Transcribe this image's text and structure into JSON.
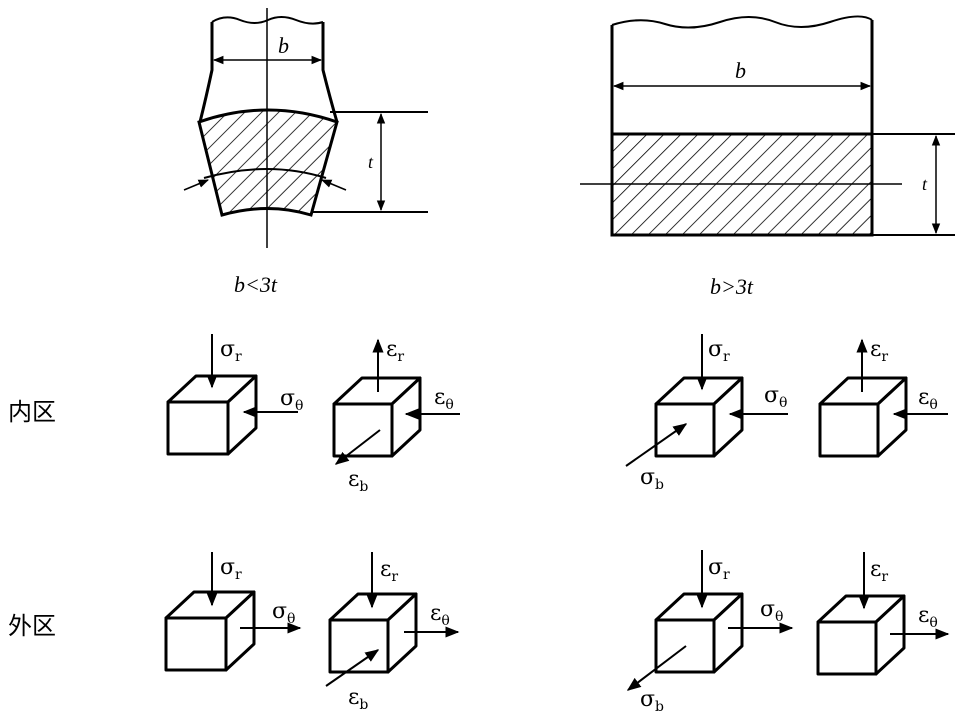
{
  "figure": {
    "left_section": {
      "width_label": "b",
      "thickness_label": "t",
      "caption": "b<3t"
    },
    "right_section": {
      "width_label": "b",
      "thickness_label": "t",
      "caption": "b>3t"
    },
    "zones": {
      "inner": "内区",
      "outer": "外区"
    },
    "symbols": {
      "sigma_r": {
        "base": "σ",
        "sub": "r"
      },
      "sigma_theta": {
        "base": "σ",
        "sub": "θ"
      },
      "sigma_b": {
        "base": "σ",
        "sub": "b"
      },
      "eps_r": {
        "base": "ε",
        "sub": "r"
      },
      "eps_theta": {
        "base": "ε",
        "sub": "θ"
      },
      "eps_b": {
        "base": "ε",
        "sub": "b"
      }
    }
  }
}
